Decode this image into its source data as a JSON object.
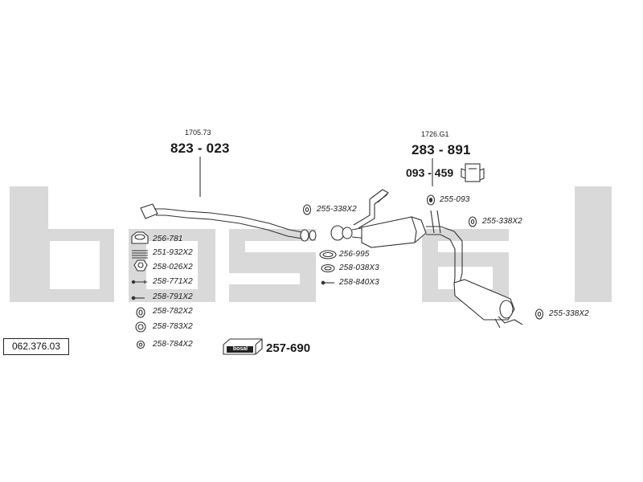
{
  "diagram": {
    "brand_watermark": "bosal",
    "catalog_code": "062.376.03",
    "front_pipe": {
      "ref": "1705.73",
      "part": "823 - 023"
    },
    "rear_section": {
      "ref": "1726.G1",
      "part": "283 - 891"
    },
    "bracket_part": "093 - 459",
    "kit": {
      "logo_text": "bosal",
      "part": "257-690"
    },
    "left_parts": [
      {
        "id": "256-781"
      },
      {
        "id": "251-932X2"
      },
      {
        "id": "258-026X2"
      },
      {
        "id": "258-771X2"
      },
      {
        "id": "258-791X2"
      },
      {
        "id": "258-782X2"
      },
      {
        "id": "258-783X2"
      },
      {
        "id": "258-784X2"
      }
    ],
    "mid_parts": [
      {
        "id": "255-338X2"
      },
      {
        "id": "256-995"
      },
      {
        "id": "258-038X3"
      },
      {
        "id": "258-840X3"
      }
    ],
    "right_parts": [
      {
        "id": "255-093"
      },
      {
        "id": "255-338X2"
      },
      {
        "id": "255-338X2"
      }
    ]
  },
  "colors": {
    "watermark": "#d9d9d9",
    "line": "#333333"
  }
}
